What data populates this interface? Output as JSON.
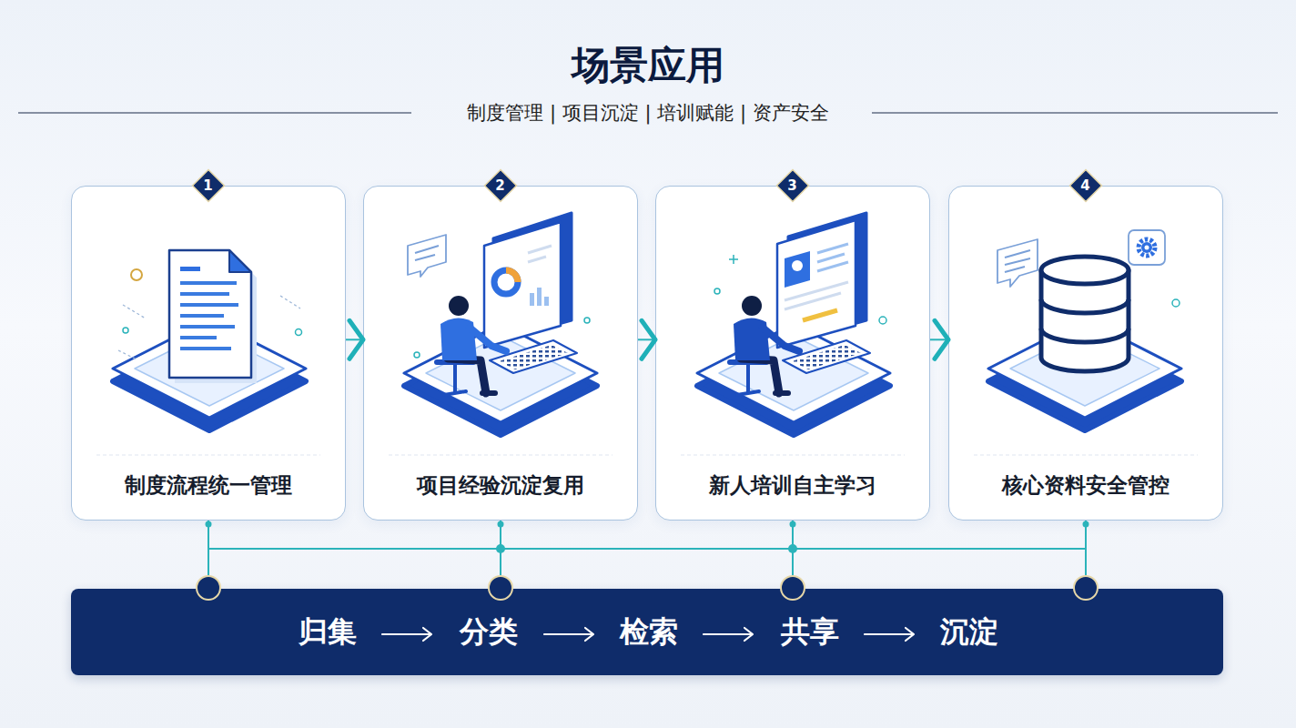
{
  "diagram": {
    "title": "场景应用",
    "nodes": [
      {
        "text": [
          "制度流程统一管理"
        ]
      },
      {
        "text": [
          "1"
        ],
        "in": 0
      },
      {
        "text": [
          "项目经验沉淀复用"
        ]
      },
      {
        "text": [
          "2"
        ],
        "in": 2
      },
      {
        "text": [
          "新人培训自主学习"
        ]
      },
      {
        "text": [
          "3"
        ],
        "in": 4
      },
      {
        "text": [
          "核心资料安全管控"
        ]
      },
      {
        "text": [
          "4"
        ],
        "in": 6
      },
      {
        "text": [
          "归集",
          "分类",
          "检索",
          "共享",
          "沉淀"
        ]
      }
    ],
    "edges": [
      {
        "from": 0,
        "to": 2,
        "arrow": "to"
      },
      {
        "from": 2,
        "to": 4,
        "arrow": "to"
      },
      {
        "from": 4,
        "to": 6,
        "arrow": "to"
      },
      {
        "from": 0,
        "to": 8,
        "arrow": "none"
      },
      {
        "from": 2,
        "to": 8,
        "arrow": "none"
      },
      {
        "from": 4,
        "to": 8,
        "arrow": "none"
      },
      {
        "from": 6,
        "to": 8,
        "arrow": "none"
      }
    ],
    "labels": [
      "制度管理 | 项目沉淀 | 培训赋能 | 资产安全"
    ]
  }
}
